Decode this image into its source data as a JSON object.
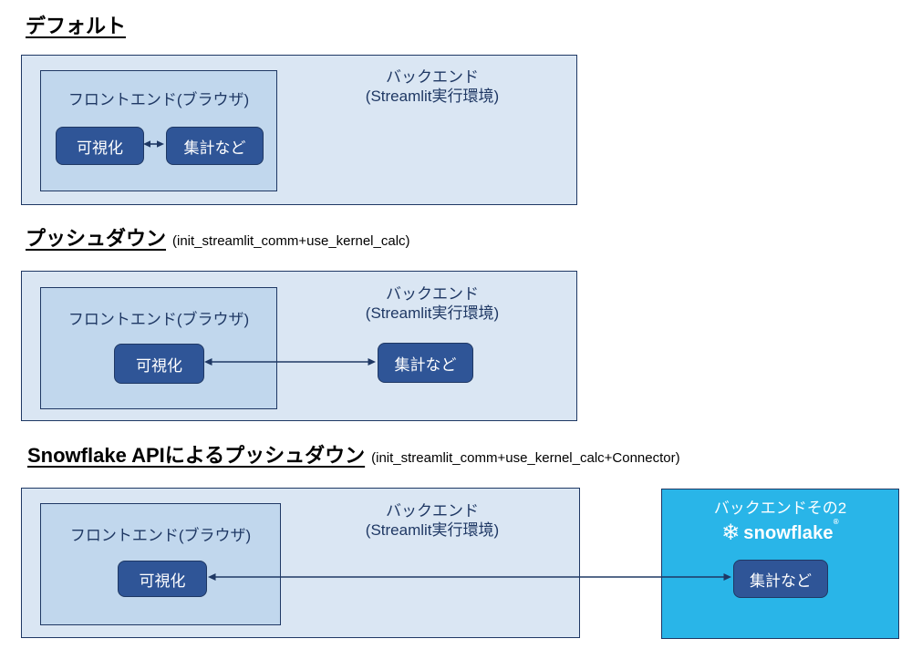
{
  "colors": {
    "outer_fill": "#dae6f3",
    "inner_fill": "#c1d7ed",
    "node_fill": "#2f5597",
    "box_border": "#1f3864",
    "label_text": "#1f3864",
    "node_text": "#ffffff",
    "snowflake_fill": "#29b5e8",
    "arrow": "#1f3864",
    "title_text": "#000000"
  },
  "sections": [
    {
      "title": "デフォルト",
      "title_suffix": "",
      "backend": {
        "line1": "バックエンド",
        "line2": "(Streamlit実行環境)"
      },
      "frontend_label": "フロントエンド(ブラウザ)",
      "nodes": {
        "viz": "可視化",
        "agg": "集計など"
      },
      "arrow": {
        "from": "可視化",
        "to": "集計など",
        "bidirectional": true
      }
    },
    {
      "title": "プッシュダウン",
      "title_suffix": "(init_streamlit_comm+use_kernel_calc)",
      "backend": {
        "line1": "バックエンド",
        "line2": "(Streamlit実行環境)"
      },
      "frontend_label": "フロントエンド(ブラウザ)",
      "nodes": {
        "viz": "可視化",
        "agg": "集計など"
      },
      "arrow": {
        "from": "可視化",
        "to": "集計など",
        "bidirectional": true
      }
    },
    {
      "title": "Snowflake APIによるプッシュダウン",
      "title_suffix": "(init_streamlit_comm+use_kernel_calc+Connector)",
      "backend": {
        "line1": "バックエンド",
        "line2": "(Streamlit実行環境)"
      },
      "frontend_label": "フロントエンド(ブラウザ)",
      "nodes": {
        "viz": "可視化",
        "agg": "集計など"
      },
      "backend2": {
        "label": "バックエンドその2",
        "logo_icon": "snowflake-icon",
        "logo_glyph": "❄",
        "brand": "snowflake",
        "registered_mark": "®"
      },
      "arrow": {
        "from": "可視化",
        "to": "集計など",
        "bidirectional": true
      }
    }
  ]
}
